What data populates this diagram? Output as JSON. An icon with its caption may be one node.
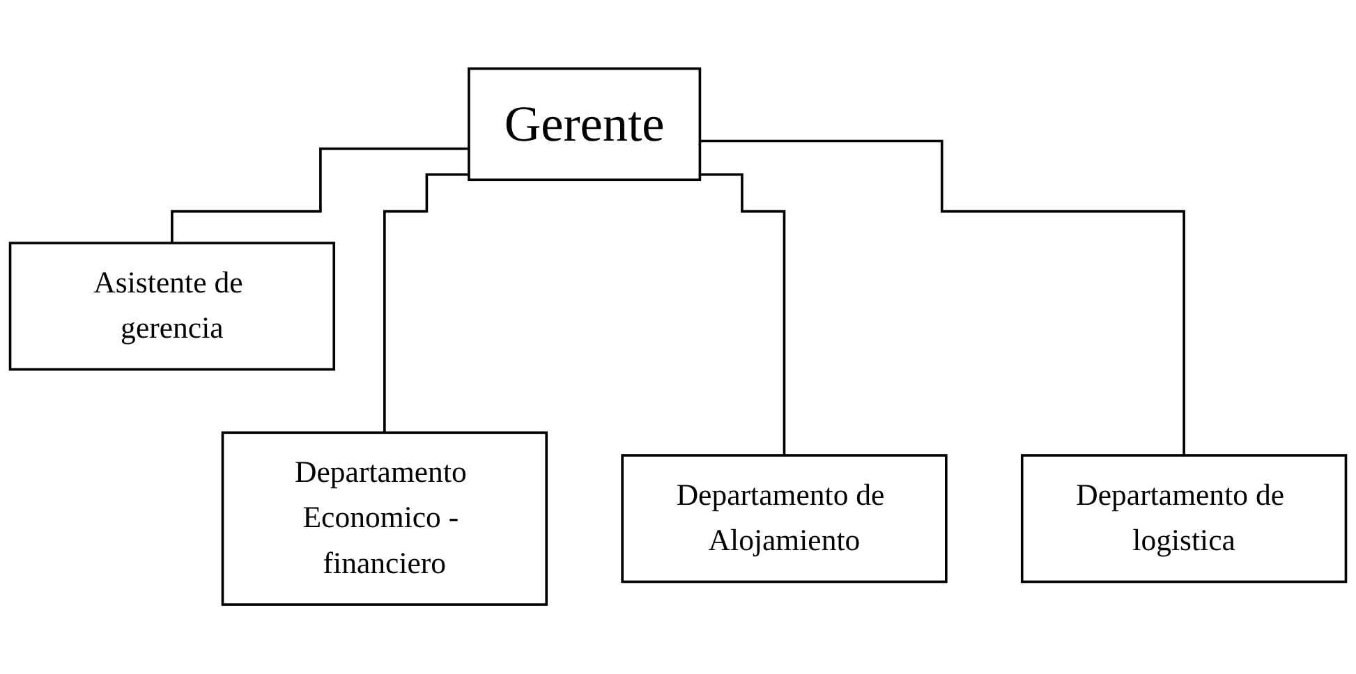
{
  "diagram": {
    "nodes": [
      {
        "text": [
          "Gerente"
        ]
      },
      {
        "text": [
          "Asistente de gerencia"
        ]
      },
      {
        "text": [
          "Departamento Economico - financiero"
        ]
      },
      {
        "text": [
          "Departamento de Alojamiento"
        ]
      },
      {
        "text": [
          "Departamento de logistica"
        ]
      }
    ],
    "edges": [
      {
        "from": 0,
        "to": 1,
        "arrow": "none"
      },
      {
        "from": 0,
        "to": 2,
        "arrow": "none"
      },
      {
        "from": 0,
        "to": 3,
        "arrow": "none"
      },
      {
        "from": 0,
        "to": 4,
        "arrow": "none"
      }
    ]
  }
}
